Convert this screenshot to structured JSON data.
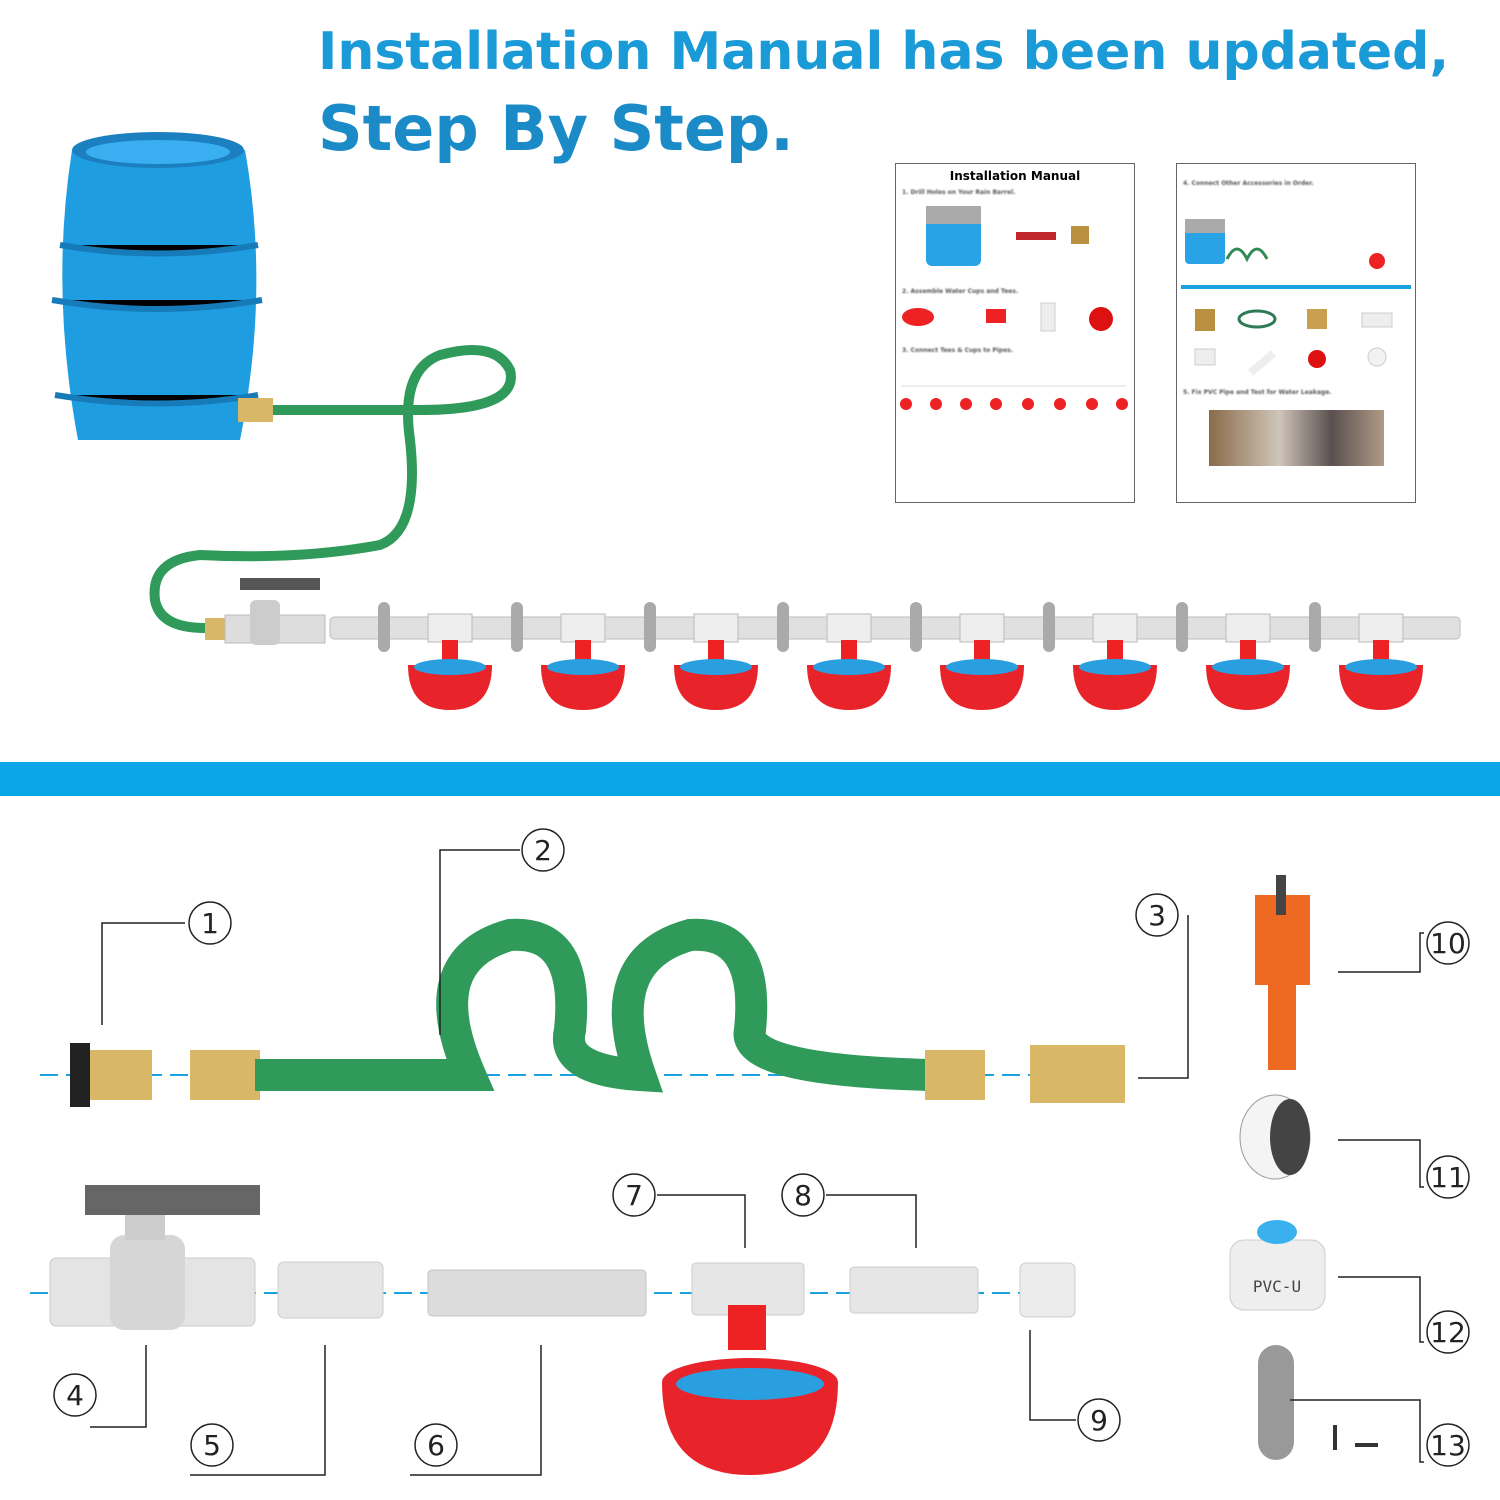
{
  "headline": {
    "line1": "Installation Manual has been updated,",
    "line2": "Step By Step."
  },
  "manual_page_1": {
    "title": "Installation Manual",
    "steps": [
      "1. Drill Holes on Your Rain Barrel.",
      "2. Assemble Water Cups and Tees.",
      "3. Connect Tees & Cups to Pipes."
    ]
  },
  "manual_page_2": {
    "steps": [
      "4. Connect Other Accessories in Order.",
      "5. Fix PVC Pipe and Test for Water Leakage."
    ]
  },
  "parts": {
    "labels": [
      "1",
      "2",
      "3",
      "4",
      "5",
      "6",
      "7",
      "8",
      "9",
      "10",
      "11",
      "12",
      "13"
    ],
    "glue_label": "PVC-U"
  },
  "colors": {
    "headline": "#1a9ad6",
    "divider": "#0aa6e8",
    "hose": "#2f9a5a",
    "cup": "#e8232a",
    "water": "#2a9fe0",
    "barrel": "#1e9ee0",
    "brass": "#d8b866",
    "pipe": "#d8d8d8"
  }
}
